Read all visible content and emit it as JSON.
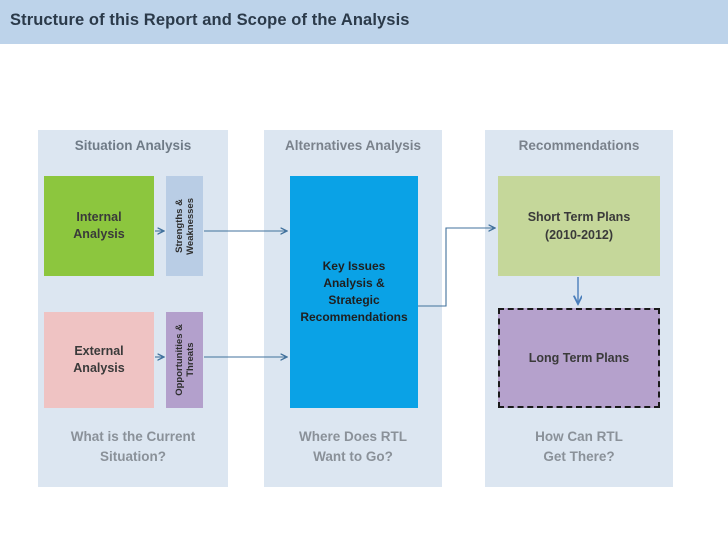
{
  "title": "Structure of this Report and Scope of the Analysis",
  "columns": [
    {
      "id": "situation",
      "header": "Situation Analysis",
      "footer": "What is the Current\nSituation?"
    },
    {
      "id": "alternatives",
      "header": "Alternatives Analysis",
      "footer": "Where Does RTL\nWant to Go?"
    },
    {
      "id": "recommendations",
      "header": "Recommendations",
      "footer": "How Can RTL\nGet There?"
    }
  ],
  "boxes": {
    "internal": "Internal\nAnalysis",
    "external": "External\nAnalysis",
    "strengths": "Strengths &\nWeaknesses",
    "opportunities": "Opportunities &\nThreats",
    "key_issues": "Key Issues\nAnalysis &\nStrategic\nRecommendations",
    "short_term": "Short Term Plans\n(2010-2012)",
    "long_term": "Long Term Plans"
  },
  "colors": {
    "title_bar": "#bdd3ea",
    "title_text": "#2b3a4a",
    "panel": "#dce6f1",
    "header_text": "#7a828c",
    "footer_text": "#8a9199",
    "internal_box": "#8cc63e",
    "external_box": "#efc3c3",
    "strengths_box": "#b9cde5",
    "opportunities_box": "#b3a0cc",
    "key_issues_box": "#0aa2e6",
    "short_term_box": "#c5d79a",
    "long_term_box": "#b5a1cc",
    "long_term_border": "#1a1a1a",
    "arrow": "#41719c",
    "arrow_vertical": "#4a7ebb"
  }
}
